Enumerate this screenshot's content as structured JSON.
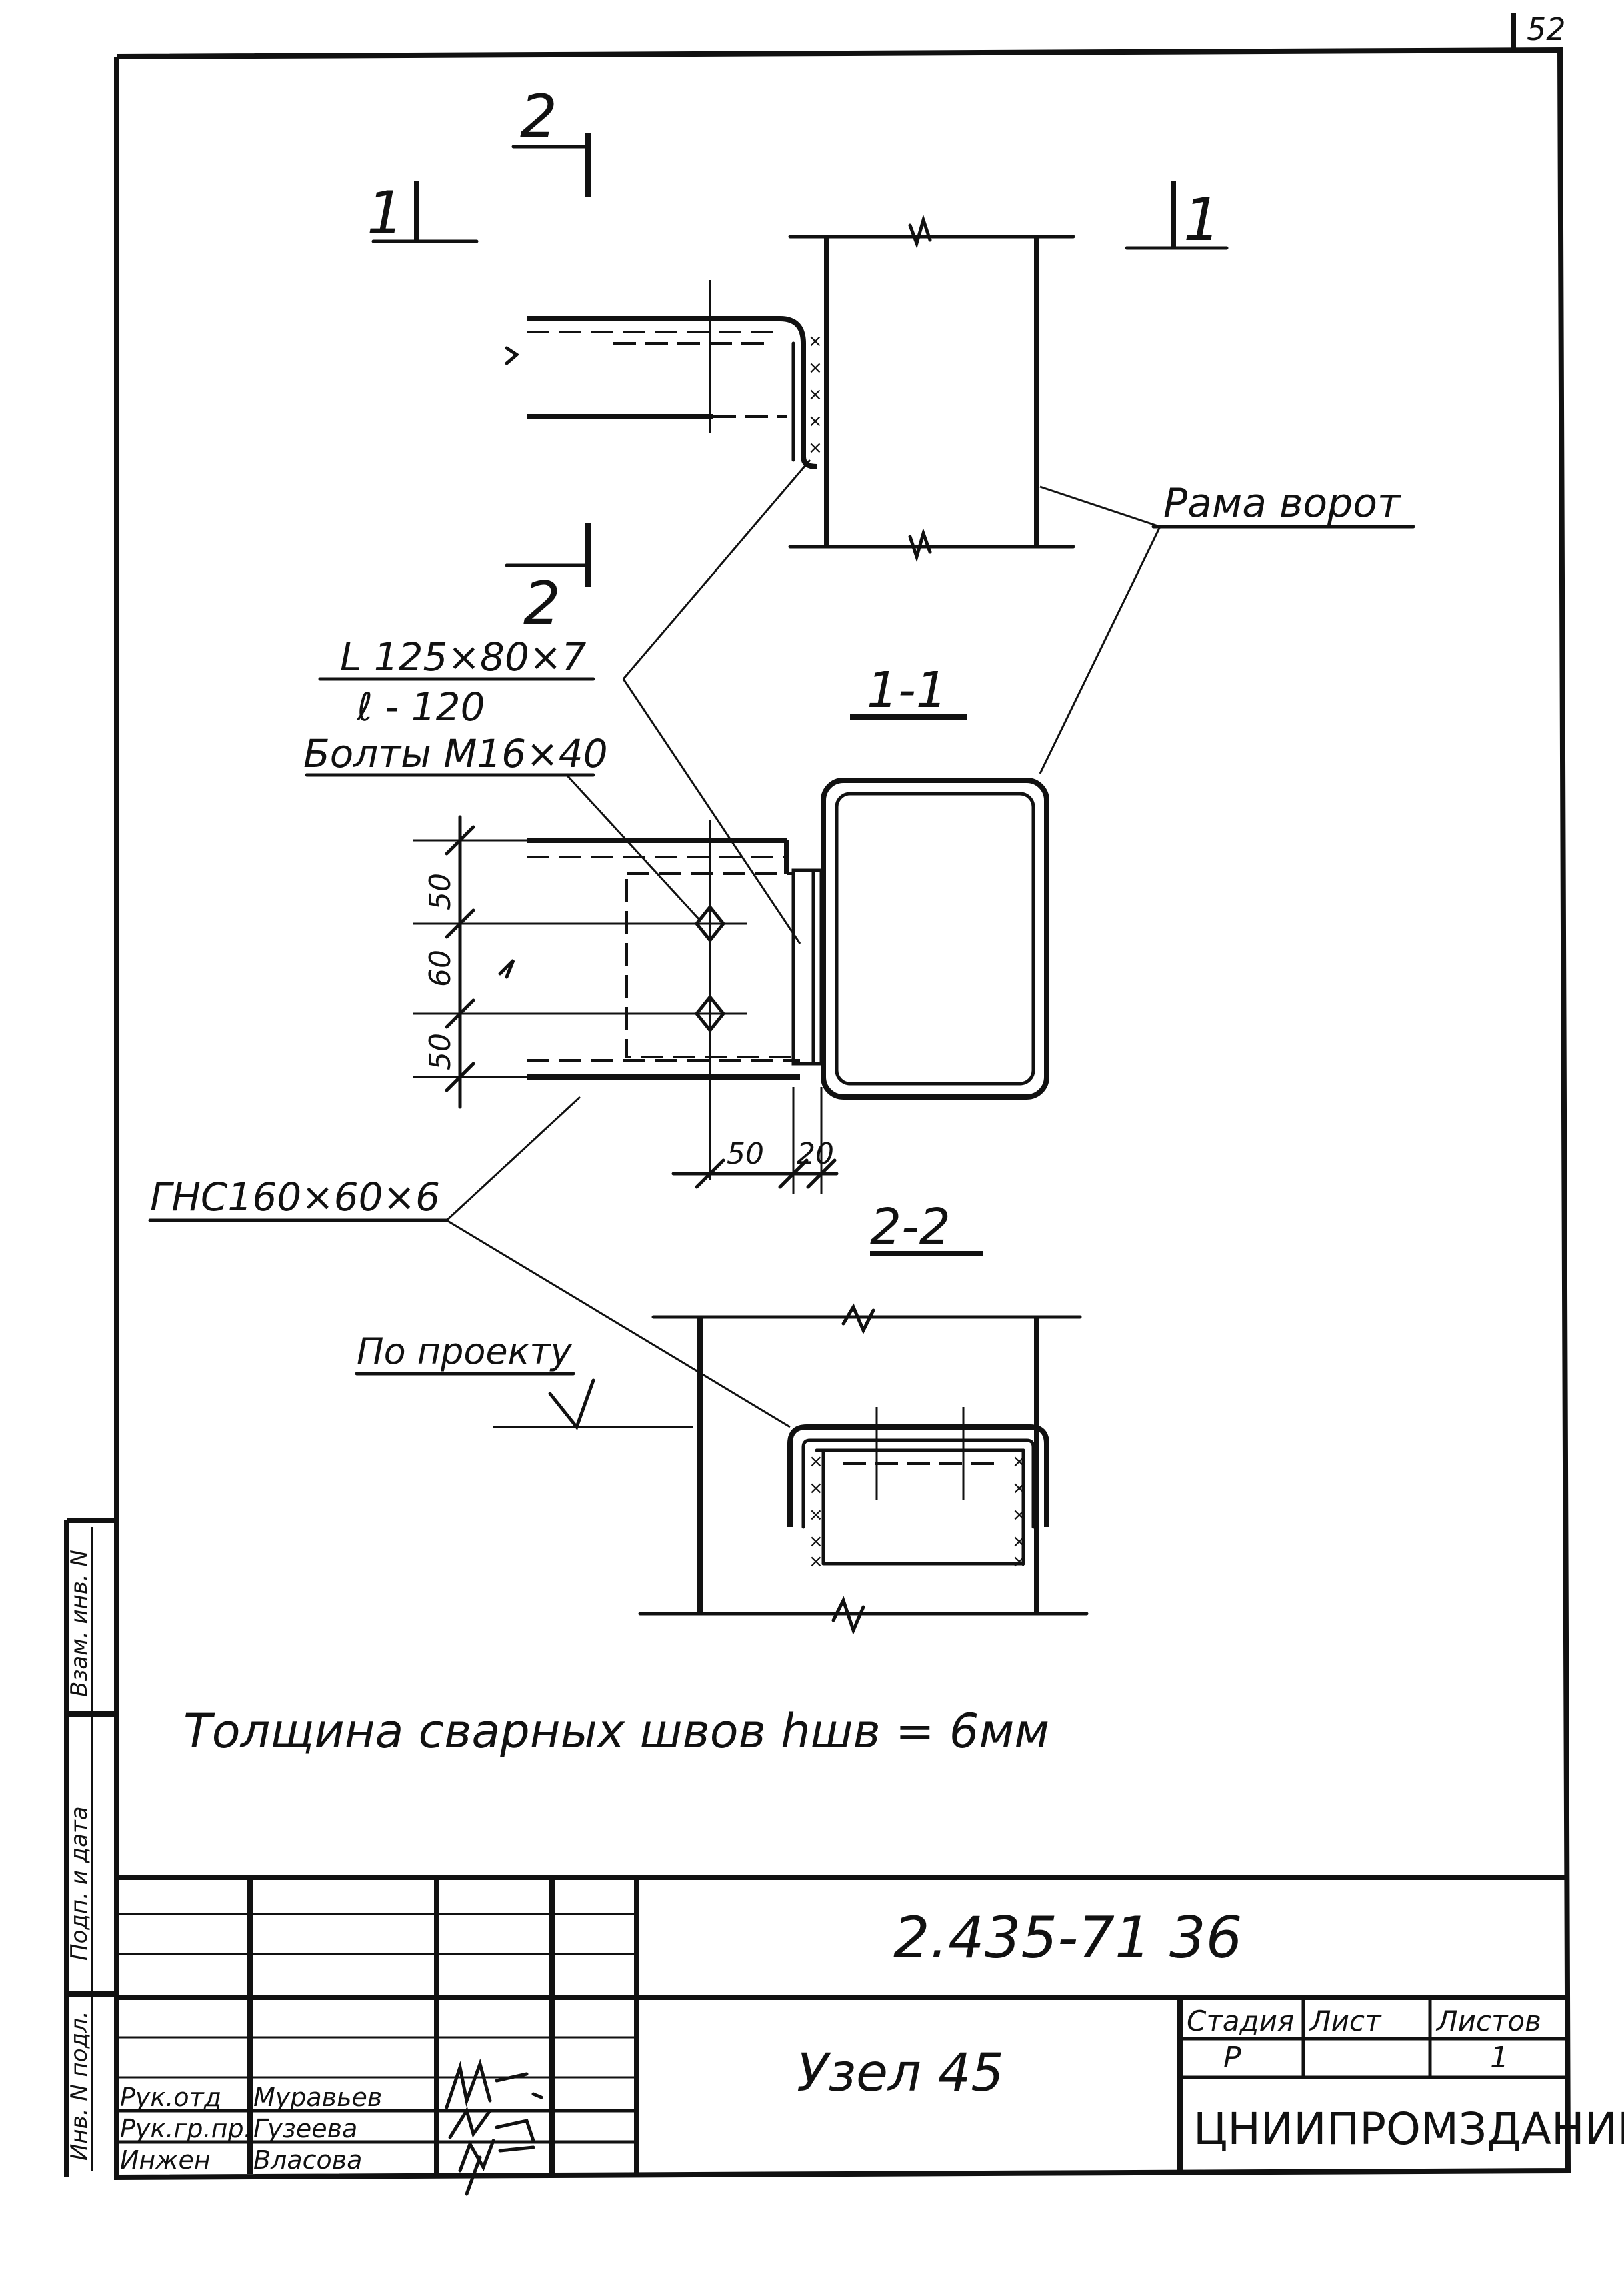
{
  "corner_mark": "52",
  "section_marks": {
    "mark_1_left": "1",
    "mark_1_right": "1",
    "mark_2_top": "2",
    "mark_2_bottom": "2"
  },
  "callouts": {
    "gate_frame": "Рама ворот",
    "angle": "L 125×80×7",
    "length": "ℓ - 120",
    "bolts": "Болты М16×40",
    "channel": "ГНС160×60×6",
    "per_project": "По проекту"
  },
  "section_titles": {
    "sec_1_1": "1-1",
    "sec_2_2": "2-2"
  },
  "dimensions": {
    "d_50_top": "50",
    "d_60": "60",
    "d_50_bottom": "50",
    "d_50_horiz": "50",
    "d_20": "20"
  },
  "weld_note": "Толщина сварных швов hшв = 6мм",
  "title_block": {
    "doc_code": "2.435-71 36",
    "node_name": "Узел 45",
    "stage_label": "Стадия",
    "sheet_label": "Лист",
    "sheets_label": "Листов",
    "stage_value": "Р",
    "sheet_value": "",
    "sheets_value": "1",
    "organization": "ЦНИИПРОМЗДАНИЙ",
    "staff": [
      {
        "role": "Рук.отд",
        "name": "Муравьев"
      },
      {
        "role": "Рук.гр.пр.",
        "name": "Гузеева"
      },
      {
        "role": "Инжен",
        "name": "Власова"
      }
    ]
  },
  "side_stamp": {
    "inv_orig": "Инв. N подл.",
    "sign_date": "Подп. и дата",
    "inv_replace": "Взам. инв. N"
  }
}
